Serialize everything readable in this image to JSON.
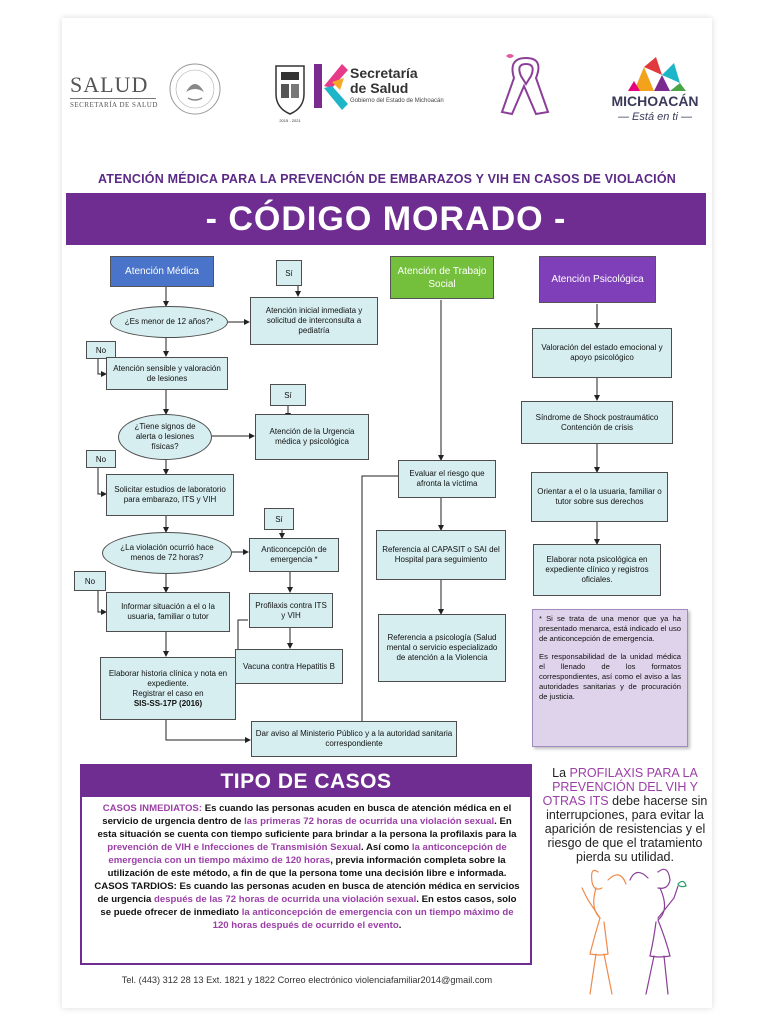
{
  "logos": {
    "salud_word": "SALUD",
    "salud_sub": "SECRETARÍA DE SALUD",
    "secretaria_name": "Secretaría de Salud",
    "secretaria_sub": "Gobierno del Estado de Michoacán",
    "michoacan_years": "2015 - 2021",
    "michoacan_word": "MICHOACÁN",
    "michoacan_tagline": "— Está en ti —"
  },
  "subtitle": "ATENCIÓN MÉDICA PARA LA PREVENCIÓN DE EMBARAZOS Y VIH EN CASOS DE VIOLACIÓN",
  "banner": "-  CÓDIGO MORADO  -",
  "flow": {
    "headers": {
      "medica": "Atención  Médica",
      "social": "Atención  de Trabajo Social",
      "psico": "Atención Psicológica"
    },
    "medica": {
      "q1": "¿Es menor de 12 años?*",
      "si1": "Sí",
      "r1": "Atención inicial inmediata y solicitud de interconsulta a pediatría",
      "no1": "No",
      "step1": "Atención sensible y valoración de lesiones",
      "si2": "Sí",
      "q2": "¿Tiene signos de alerta o lesiones físicas?",
      "r2": "Atención de la Urgencia médica y psicológica",
      "no2": "No",
      "step2": "Solicitar estudios de laboratorio para embarazo, ITS y VIH",
      "si3": "Sí",
      "q3": "¿La violación ocurrió hace menos de 72 horas?",
      "r3": "Anticoncepción de emergencia *",
      "no3": "No",
      "r4": "Profilaxis contra ITS y VIH",
      "step3": "Informar situación a el o la usuaria, familiar o tutor",
      "r5": "Vacuna contra Hepatitis B",
      "step4_lines": [
        "Elaborar historia clínica y nota en expediente.",
        "Registrar el caso en"
      ],
      "step4_code": "SIS-SS-17P (2016)",
      "final": "Dar aviso al Ministerio Público y a la autoridad sanitaria correspondiente"
    },
    "social": {
      "s1": "Evaluar el riesgo que afronta la víctima",
      "s2": "Referencia al CAPASIT o SAI del Hospital para seguimiento",
      "s3": "Referencia a psicología (Salud mental o servicio especializado de atención a la Violencia"
    },
    "psico": {
      "p1": "Valoración del estado emocional y apoyo psicológico",
      "p2": "Síndrome de Shock postraumático Contención de crisis",
      "p3": "Orientar a el o la usuaria, familiar o tutor sobre sus derechos",
      "p4": "Elaborar nota psicológica en expediente clínico y registros oficiales."
    },
    "note": {
      "p1": "* Si se trata de una menor que ya ha presentado menarca, está indicado el uso de anticoncepción de emergencia.",
      "p2": "Es responsabilidad de la unidad médica el llenado de los formatos correspondientes, así como el aviso a las autoridades sanitarias y de procuración de justicia."
    }
  },
  "casos": {
    "title": "TIPO DE CASOS",
    "inm_label": "CASOS INMEDIATOS:",
    "inm_t1": " Es cuando las personas acuden en busca de atención médica en el servicio de urgencia dentro de ",
    "inm_h1": "las primeras 72 horas de ocurrida una violación sexual",
    "inm_t2": ". En esta situación se cuenta con tiempo suficiente para brindar a la persona la profilaxis para la ",
    "inm_h2": "prevención de VIH e Infecciones de Transmisión Sexual",
    "inm_t3": ". Así como ",
    "inm_h3": "la anticoncepción de emergencia con un tiempo máximo de 120 horas",
    "inm_t4": ", previa información completa sobre la utilización de este método, a fin de que la persona tome una decisión libre e informada.",
    "tar_label": "CASOS TARDIOS:",
    "tar_t1": " Es cuando las personas acuden en busca de atención médica en servicios de urgencia ",
    "tar_h1": "después de las 72 horas de ocurrida una violación sexual",
    "tar_t2": ". En estos casos, solo se puede ofrecer de inmediato ",
    "tar_h2": "la anticoncepción de emergencia con un tiempo máximo de 120 horas después de ocurrido el evento",
    "tar_t3": "."
  },
  "side": {
    "la": "La ",
    "highlight": "PROFILAXIS PARA LA PREVENCIÓN DEL VIH Y OTRAS ITS",
    "rest": "  debe hacerse sin interrupciones, para evitar la aparición de resistencias y el riesgo de que el tratamiento pierda su utilidad."
  },
  "footer": "Tel. (443) 312 28 13 Ext. 1821 y 1822  Correo electrónico violenciafamiliar2014@gmail.com",
  "colors": {
    "purple": "#6f2d91",
    "box_fill": "#d6eef0",
    "blue_header": "#4a74c9",
    "green_header": "#74c03c",
    "purple_header": "#7f3fb8",
    "highlight": "#9b3fa7"
  }
}
